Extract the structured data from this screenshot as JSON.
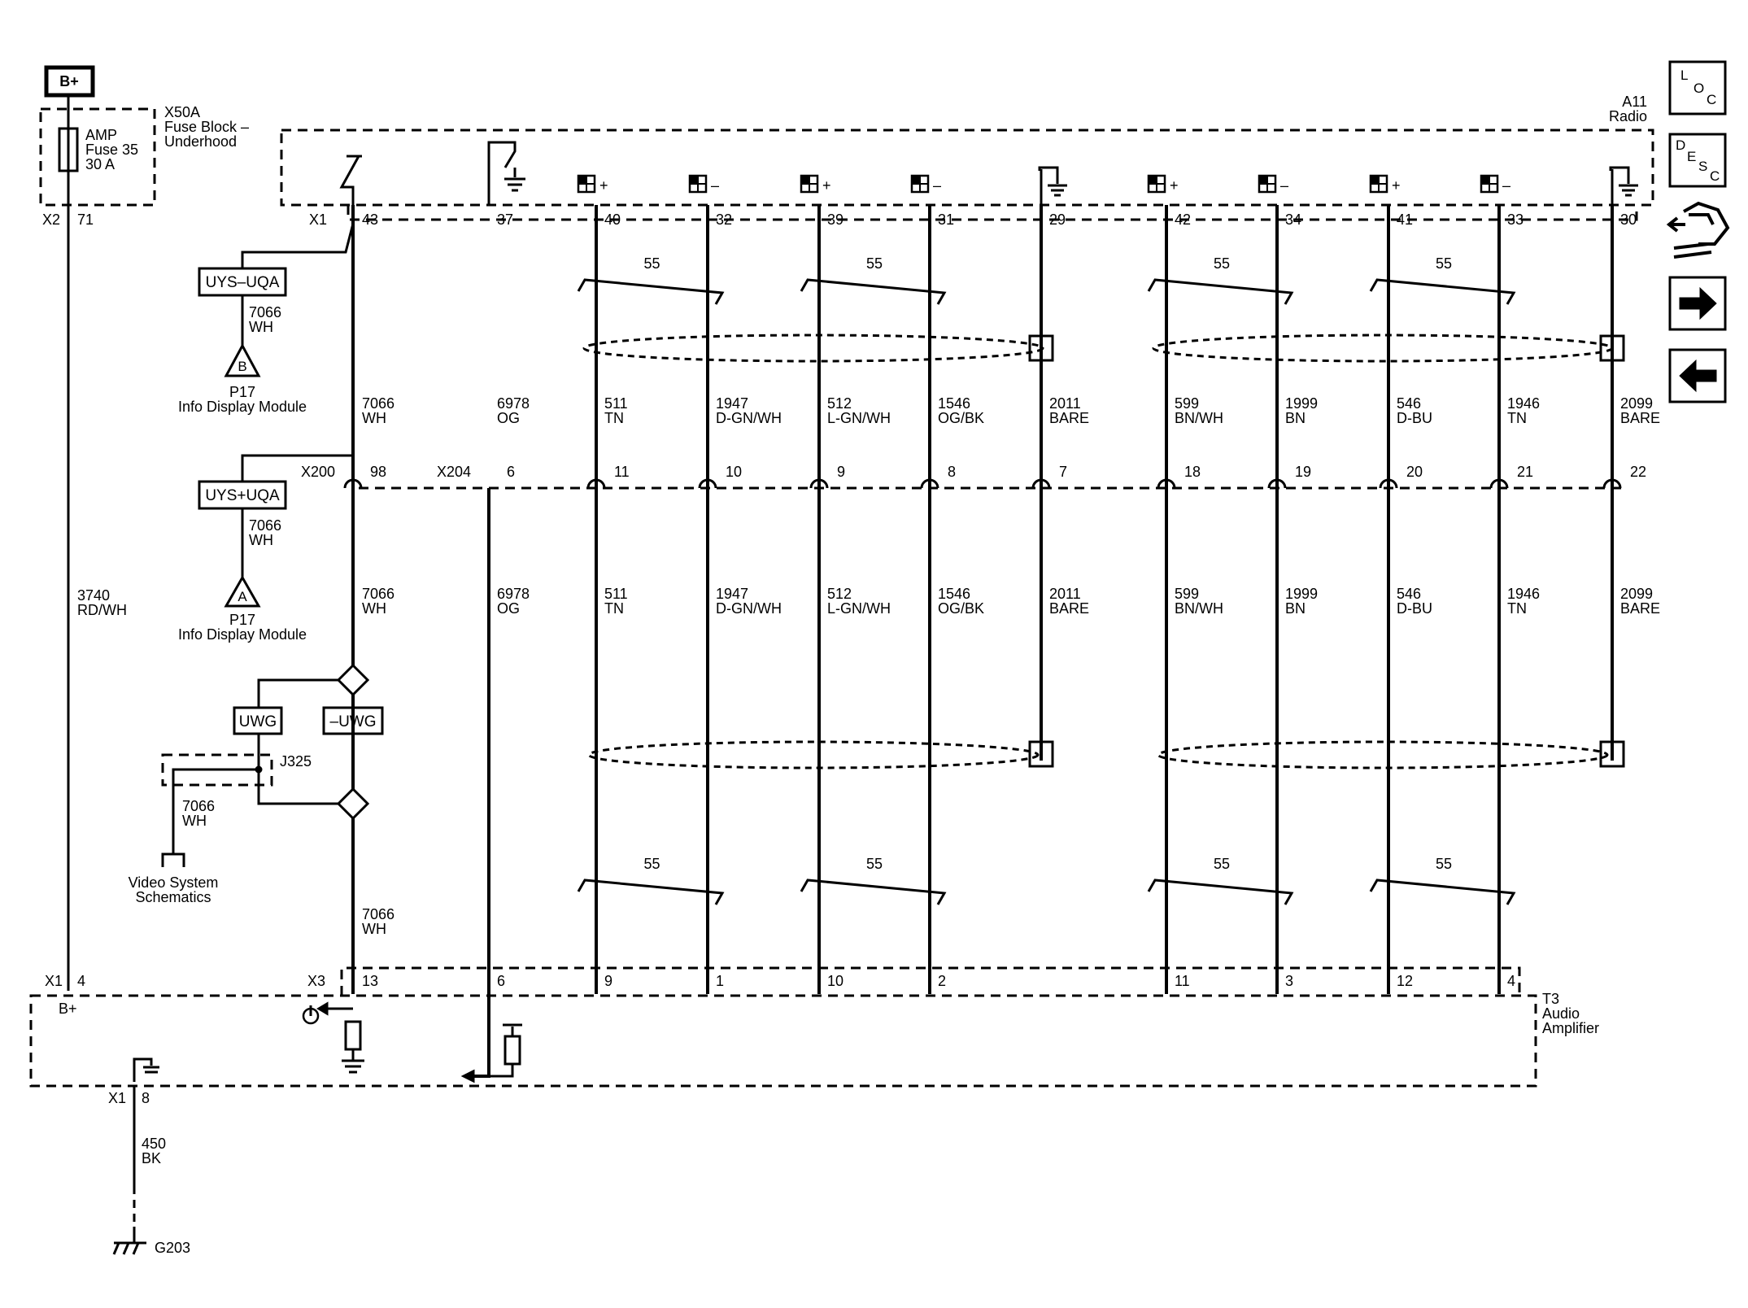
{
  "power": {
    "source": "B+"
  },
  "fuse_block": {
    "ref": "X50A",
    "name_line1": "Fuse Block –",
    "name_line2": "Underhood",
    "fuse_line1": "AMP",
    "fuse_line2": "Fuse 35",
    "fuse_line3": "30 A",
    "connector": "X2",
    "pin": "71"
  },
  "radio": {
    "ref": "A11",
    "name": "Radio",
    "connector": "X1"
  },
  "amplifier": {
    "ref": "T3",
    "line1": "Audio",
    "line2": "Amplifier",
    "b_plus": "B+",
    "connector_power": "X1",
    "connector_main": "X3",
    "ground_connector": "X1",
    "ground_pin": "8"
  },
  "inline": {
    "x200": "X200",
    "x200_pin": "98",
    "x204": "X204"
  },
  "power_wire": {
    "circuit": "3740",
    "color": "RD/WH",
    "amp_pin": "4"
  },
  "ground": {
    "circuit": "450",
    "color": "BK",
    "ref": "G203"
  },
  "wake_wire": {
    "radio_pin": "43",
    "circuit": "7066",
    "color": "WH",
    "amp_pin": "13"
  },
  "info_display_b": {
    "option": "UYS–UQA",
    "circuit": "7066",
    "color": "WH",
    "pin": "B",
    "module_ref": "P17",
    "module_name": "Info Display Module"
  },
  "info_display_a": {
    "option": "UYS+UQA",
    "circuit": "7066",
    "color": "WH",
    "pin": "A",
    "module_ref": "P17",
    "module_name": "Info Display Module"
  },
  "video": {
    "option_left": "UWG",
    "option_right": "–UWG",
    "splice": "J325",
    "circuit": "7066",
    "color": "WH",
    "line1": "Video System",
    "line2": "Schematics"
  },
  "twist": "55",
  "signal_wires": [
    {
      "radio_pin": "37",
      "circuit": "6978",
      "color": "OG",
      "inline_pin": "6",
      "amp_pin": "6",
      "sign": ""
    },
    {
      "radio_pin": "40",
      "circuit": "511",
      "color": "TN",
      "inline_pin": "11",
      "amp_pin": "9",
      "sign": "+"
    },
    {
      "radio_pin": "32",
      "circuit": "1947",
      "color": "D-GN/WH",
      "inline_pin": "10",
      "amp_pin": "1",
      "sign": "–"
    },
    {
      "radio_pin": "39",
      "circuit": "512",
      "color": "L-GN/WH",
      "inline_pin": "9",
      "amp_pin": "10",
      "sign": "+"
    },
    {
      "radio_pin": "31",
      "circuit": "1546",
      "color": "OG/BK",
      "inline_pin": "8",
      "amp_pin": "2",
      "sign": "–"
    },
    {
      "radio_pin": "29",
      "circuit": "2011",
      "color": "BARE",
      "inline_pin": "7",
      "amp_pin": "",
      "sign": ""
    },
    {
      "radio_pin": "42",
      "circuit": "599",
      "color": "BN/WH",
      "inline_pin": "18",
      "amp_pin": "11",
      "sign": "+"
    },
    {
      "radio_pin": "34",
      "circuit": "1999",
      "color": "BN",
      "inline_pin": "19",
      "amp_pin": "3",
      "sign": "–"
    },
    {
      "radio_pin": "41",
      "circuit": "546",
      "color": "D-BU",
      "inline_pin": "20",
      "amp_pin": "12",
      "sign": "+"
    },
    {
      "radio_pin": "33",
      "circuit": "1946",
      "color": "TN",
      "inline_pin": "21",
      "amp_pin": "4",
      "sign": "–"
    },
    {
      "radio_pin": "30",
      "circuit": "2099",
      "color": "BARE",
      "inline_pin": "22",
      "amp_pin": "",
      "sign": ""
    }
  ],
  "nav_buttons": [
    {
      "name": "loc-button",
      "letters": [
        "L",
        "O",
        "C"
      ],
      "icon": "loc-icon"
    },
    {
      "name": "desc-button",
      "letters": [
        "D",
        "E",
        "S",
        "C"
      ],
      "icon": "desc-icon"
    },
    {
      "name": "connector-button",
      "icon": "connector-hand-icon"
    },
    {
      "name": "next-button",
      "icon": "arrow-right-icon"
    },
    {
      "name": "prev-button",
      "icon": "arrow-left-icon"
    }
  ]
}
